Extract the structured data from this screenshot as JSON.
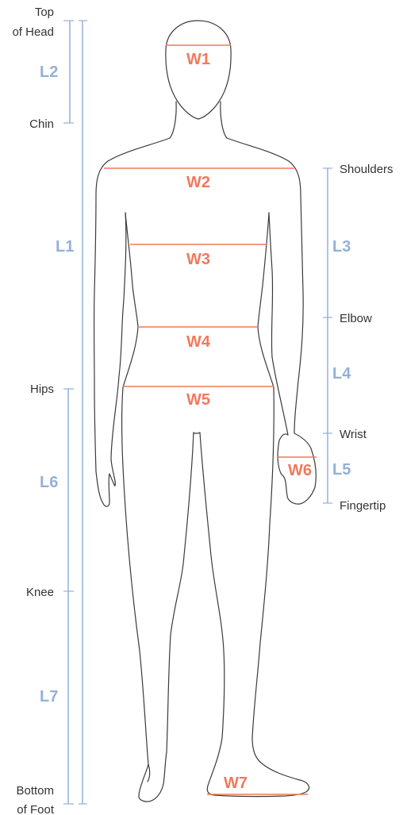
{
  "landmarks": {
    "top_of_head_1": "Top",
    "top_of_head_2": "of Head",
    "chin": "Chin",
    "shoulders": "Shoulders",
    "elbow": "Elbow",
    "hips": "Hips",
    "wrist": "Wrist",
    "fingertip": "Fingertip",
    "knee": "Knee",
    "bottom_of_foot_1": "Bottom",
    "bottom_of_foot_2": "of Foot"
  },
  "lengths": [
    "L1",
    "L2",
    "L3",
    "L4",
    "L5",
    "L6",
    "L7"
  ],
  "widths": [
    "W1",
    "W2",
    "W3",
    "W4",
    "W5",
    "W6",
    "W7"
  ],
  "colors": {
    "length_measure": "#93b1d8",
    "width_measure": "#f0795c",
    "outline": "#3a3a3a",
    "landmark_text": "#333333"
  }
}
